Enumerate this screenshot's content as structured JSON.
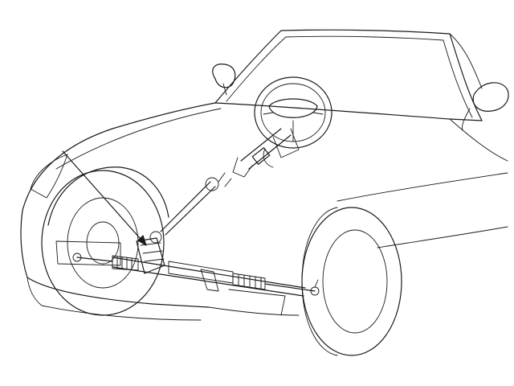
{
  "diagram": {
    "style": "technical line illustration",
    "subject": "steering system",
    "colors": {
      "background": "#ffffff",
      "line": "#1a1a1a"
    },
    "components": [
      "car-body",
      "windshield",
      "side-mirror-left",
      "side-mirror-right",
      "steering-wheel",
      "steering-column",
      "intermediate-shaft",
      "rack-and-pinion",
      "tie-rod-left",
      "tie-rod-right",
      "front-wheel-left",
      "front-wheel-right",
      "pointer-line"
    ]
  }
}
